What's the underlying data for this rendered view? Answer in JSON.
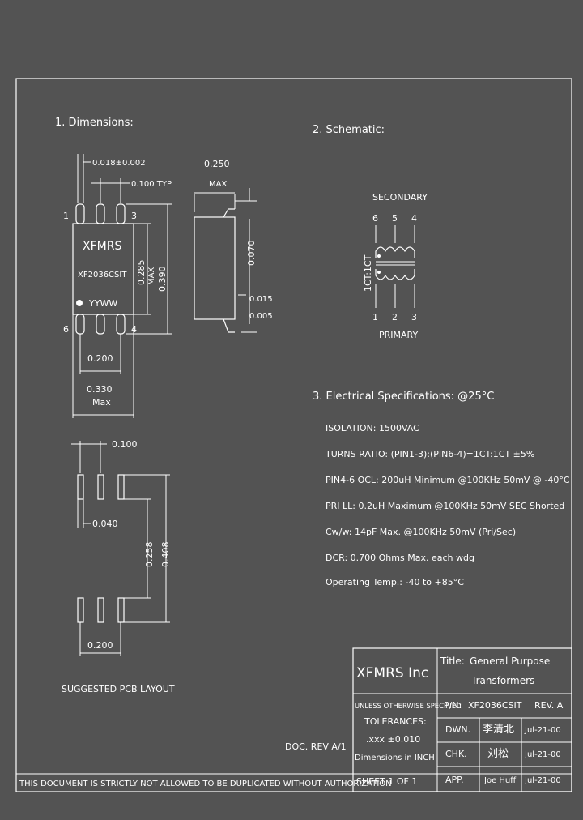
{
  "sections": {
    "dimensions": "1. Dimensions:",
    "schematic": "2. Schematic:",
    "electrical": "3. Electrical   Specifications: @25°C"
  },
  "package": {
    "brand": "XFMRS",
    "part": "XF2036CSIT",
    "datecode": "YYWW",
    "pin_tl": "1",
    "pin_tr": "3",
    "pin_bl": "6",
    "pin_br": "4",
    "dim_lead_width": "0.018±0.002",
    "dim_pitch": "0.100 TYP",
    "dim_body_len": "0.285",
    "dim_body_len_max": "MAX",
    "dim_overall_len": "0.390",
    "dim_row": "0.200",
    "dim_width": "0.330",
    "dim_width_max": "Max",
    "dim_height": "0.250",
    "dim_height_max": "MAX",
    "dim_seat": "0.070",
    "dim_standoff_1": "0.015",
    "dim_standoff_2": "0.005"
  },
  "pcb": {
    "pad_pitch": "0.100",
    "pad_width": "0.040",
    "pad_span": "0.258",
    "pad_overall": "0.408",
    "pad_row": "0.200",
    "caption": "SUGGESTED PCB LAYOUT"
  },
  "schematic": {
    "secondary": "SECONDARY",
    "primary": "PRIMARY",
    "ratio": "1CT:1CT",
    "top_pins": [
      "6",
      "5",
      "4"
    ],
    "bottom_pins": [
      "1",
      "2",
      "3"
    ]
  },
  "specs": [
    "ISOLATION:  1500VAC",
    "TURNS RATIO: (PIN1-3):(PIN6-4)=1CT:1CT ±5%",
    "PIN4-6 OCL: 200uH Minimum @100KHz 50mV @ -40°C",
    "PRI LL: 0.2uH Maximum @100KHz 50mV SEC Shorted",
    "Cw/w: 14pF Max. @100KHz 50mV (Pri/Sec)",
    "DCR: 0.700 Ohms Max. each wdg",
    "Operating Temp.: -40 to +85°C"
  ],
  "title_block": {
    "company": "XFMRS Inc",
    "title_label": "Title:",
    "title_line1": "General Purpose",
    "title_line2": "Transformers",
    "unless": "UNLESS OTHERWISE SPECIFIED",
    "pn_label": "P/N:",
    "pn_value": "XF2036CSIT",
    "rev_label": "REV. A",
    "tolerances": "TOLERANCES:",
    "tol_value": ".xxx ±0.010",
    "dims_in": "Dimensions in INCH",
    "dwn_label": "DWN.",
    "dwn_name": "李清北",
    "dwn_date": "Jul-21-00",
    "chk_label": "CHK.",
    "chk_name": "刘松",
    "chk_date": "Jul-21-00",
    "app_label": "APP.",
    "app_name": "Joe Huff",
    "app_date": "Jul-21-00",
    "sheet": "SHEET  1  OF  1",
    "doc_rev": "DOC. REV A/1",
    "notice": "THIS DOCUMENT IS STRICTLY NOT ALLOWED TO BE DUPLICATED WITHOUT AUTHORIZATION"
  }
}
